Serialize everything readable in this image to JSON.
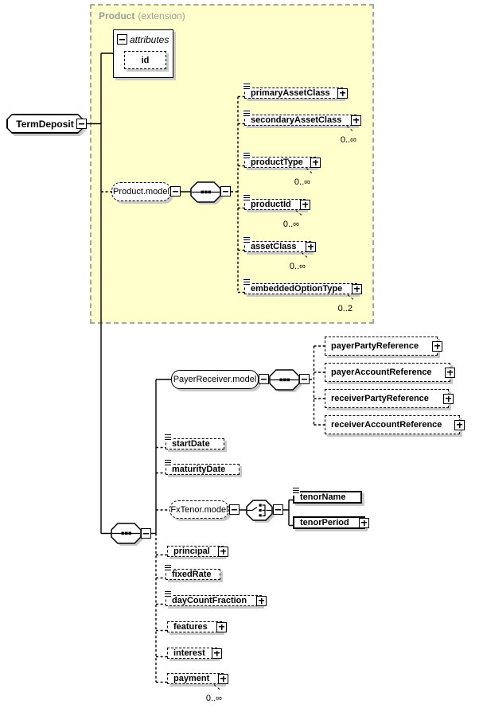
{
  "extension": {
    "title": "Product",
    "suffix": "(extension)"
  },
  "root": {
    "label": "TermDeposit"
  },
  "attributes": {
    "label": "attributes",
    "items": [
      {
        "label": "id"
      }
    ]
  },
  "product_model": {
    "label": "Product.model",
    "compositor": "sequence",
    "children": [
      {
        "label": "primaryAssetClass",
        "occurs": ""
      },
      {
        "label": "secondaryAssetClass",
        "occurs": "0..∞"
      },
      {
        "label": "productType",
        "occurs": "0..∞"
      },
      {
        "label": "productId",
        "occurs": "0..∞"
      },
      {
        "label": "assetClass",
        "occurs": "0..∞"
      },
      {
        "label": "embeddedOptionType",
        "occurs": "0..2"
      }
    ]
  },
  "term_deposit_content": {
    "compositor": "sequence",
    "payer_receiver_model": {
      "label": "PayerReceiver.model",
      "compositor": "sequence",
      "children": [
        {
          "label": "payerPartyReference"
        },
        {
          "label": "payerAccountReference"
        },
        {
          "label": "receiverPartyReference"
        },
        {
          "label": "receiverAccountReference"
        }
      ]
    },
    "start_date": {
      "label": "startDate"
    },
    "maturity_date": {
      "label": "maturityDate"
    },
    "fx_tenor_model": {
      "label": "FxTenor.model",
      "compositor": "choice",
      "children": [
        {
          "label": "tenorName"
        },
        {
          "label": "tenorPeriod"
        }
      ]
    },
    "principal": {
      "label": "principal"
    },
    "fixed_rate": {
      "label": "fixedRate"
    },
    "day_count_fraction": {
      "label": "dayCountFraction"
    },
    "features": {
      "label": "features"
    },
    "interest": {
      "label": "interest"
    },
    "payment": {
      "label": "payment",
      "occurs": "0..∞"
    }
  },
  "colors": {
    "extension_bg": "#ffffcc",
    "box_shadow": "#c9c9c9",
    "header_text": "#9b9b9b"
  }
}
